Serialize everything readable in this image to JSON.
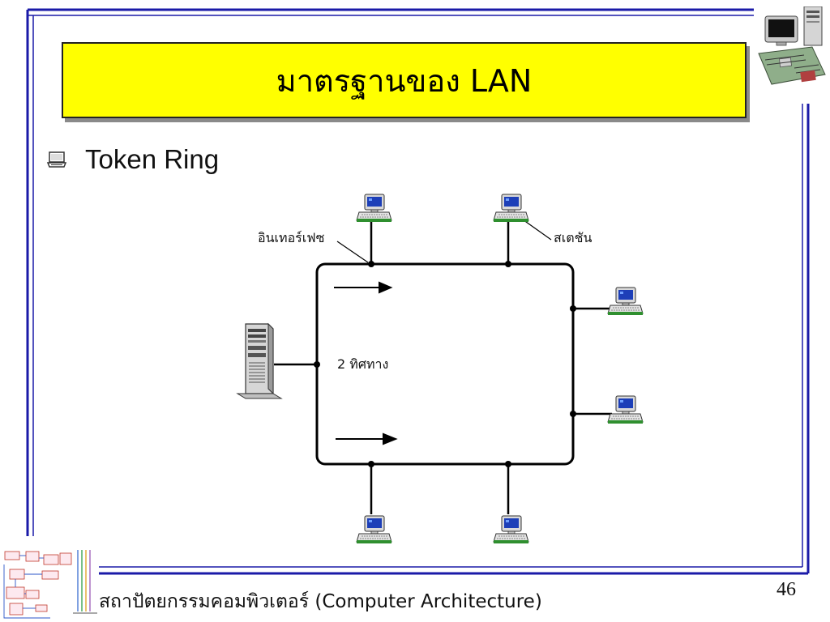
{
  "slide": {
    "title": "มาตรฐานของ LAN",
    "bullet": "Token Ring",
    "footer": "สถาปัตยกรรมคอมพิวเตอร์ (Computer Architecture)",
    "page_number": "46"
  },
  "diagram": {
    "interface_label": "อินเทอร์เฟซ",
    "station_label": "สเตชัน",
    "direction_label": "2 ทิศทาง"
  },
  "colors": {
    "title_background": "#ffff00",
    "frame_line": "#1a1aa8",
    "ring_line": "#000000"
  },
  "icons": {
    "bullet": "laptop-icon",
    "workstation": "desktop-computer-icon",
    "server": "tower-server-icon",
    "corner": "computer-motherboard-icon"
  }
}
